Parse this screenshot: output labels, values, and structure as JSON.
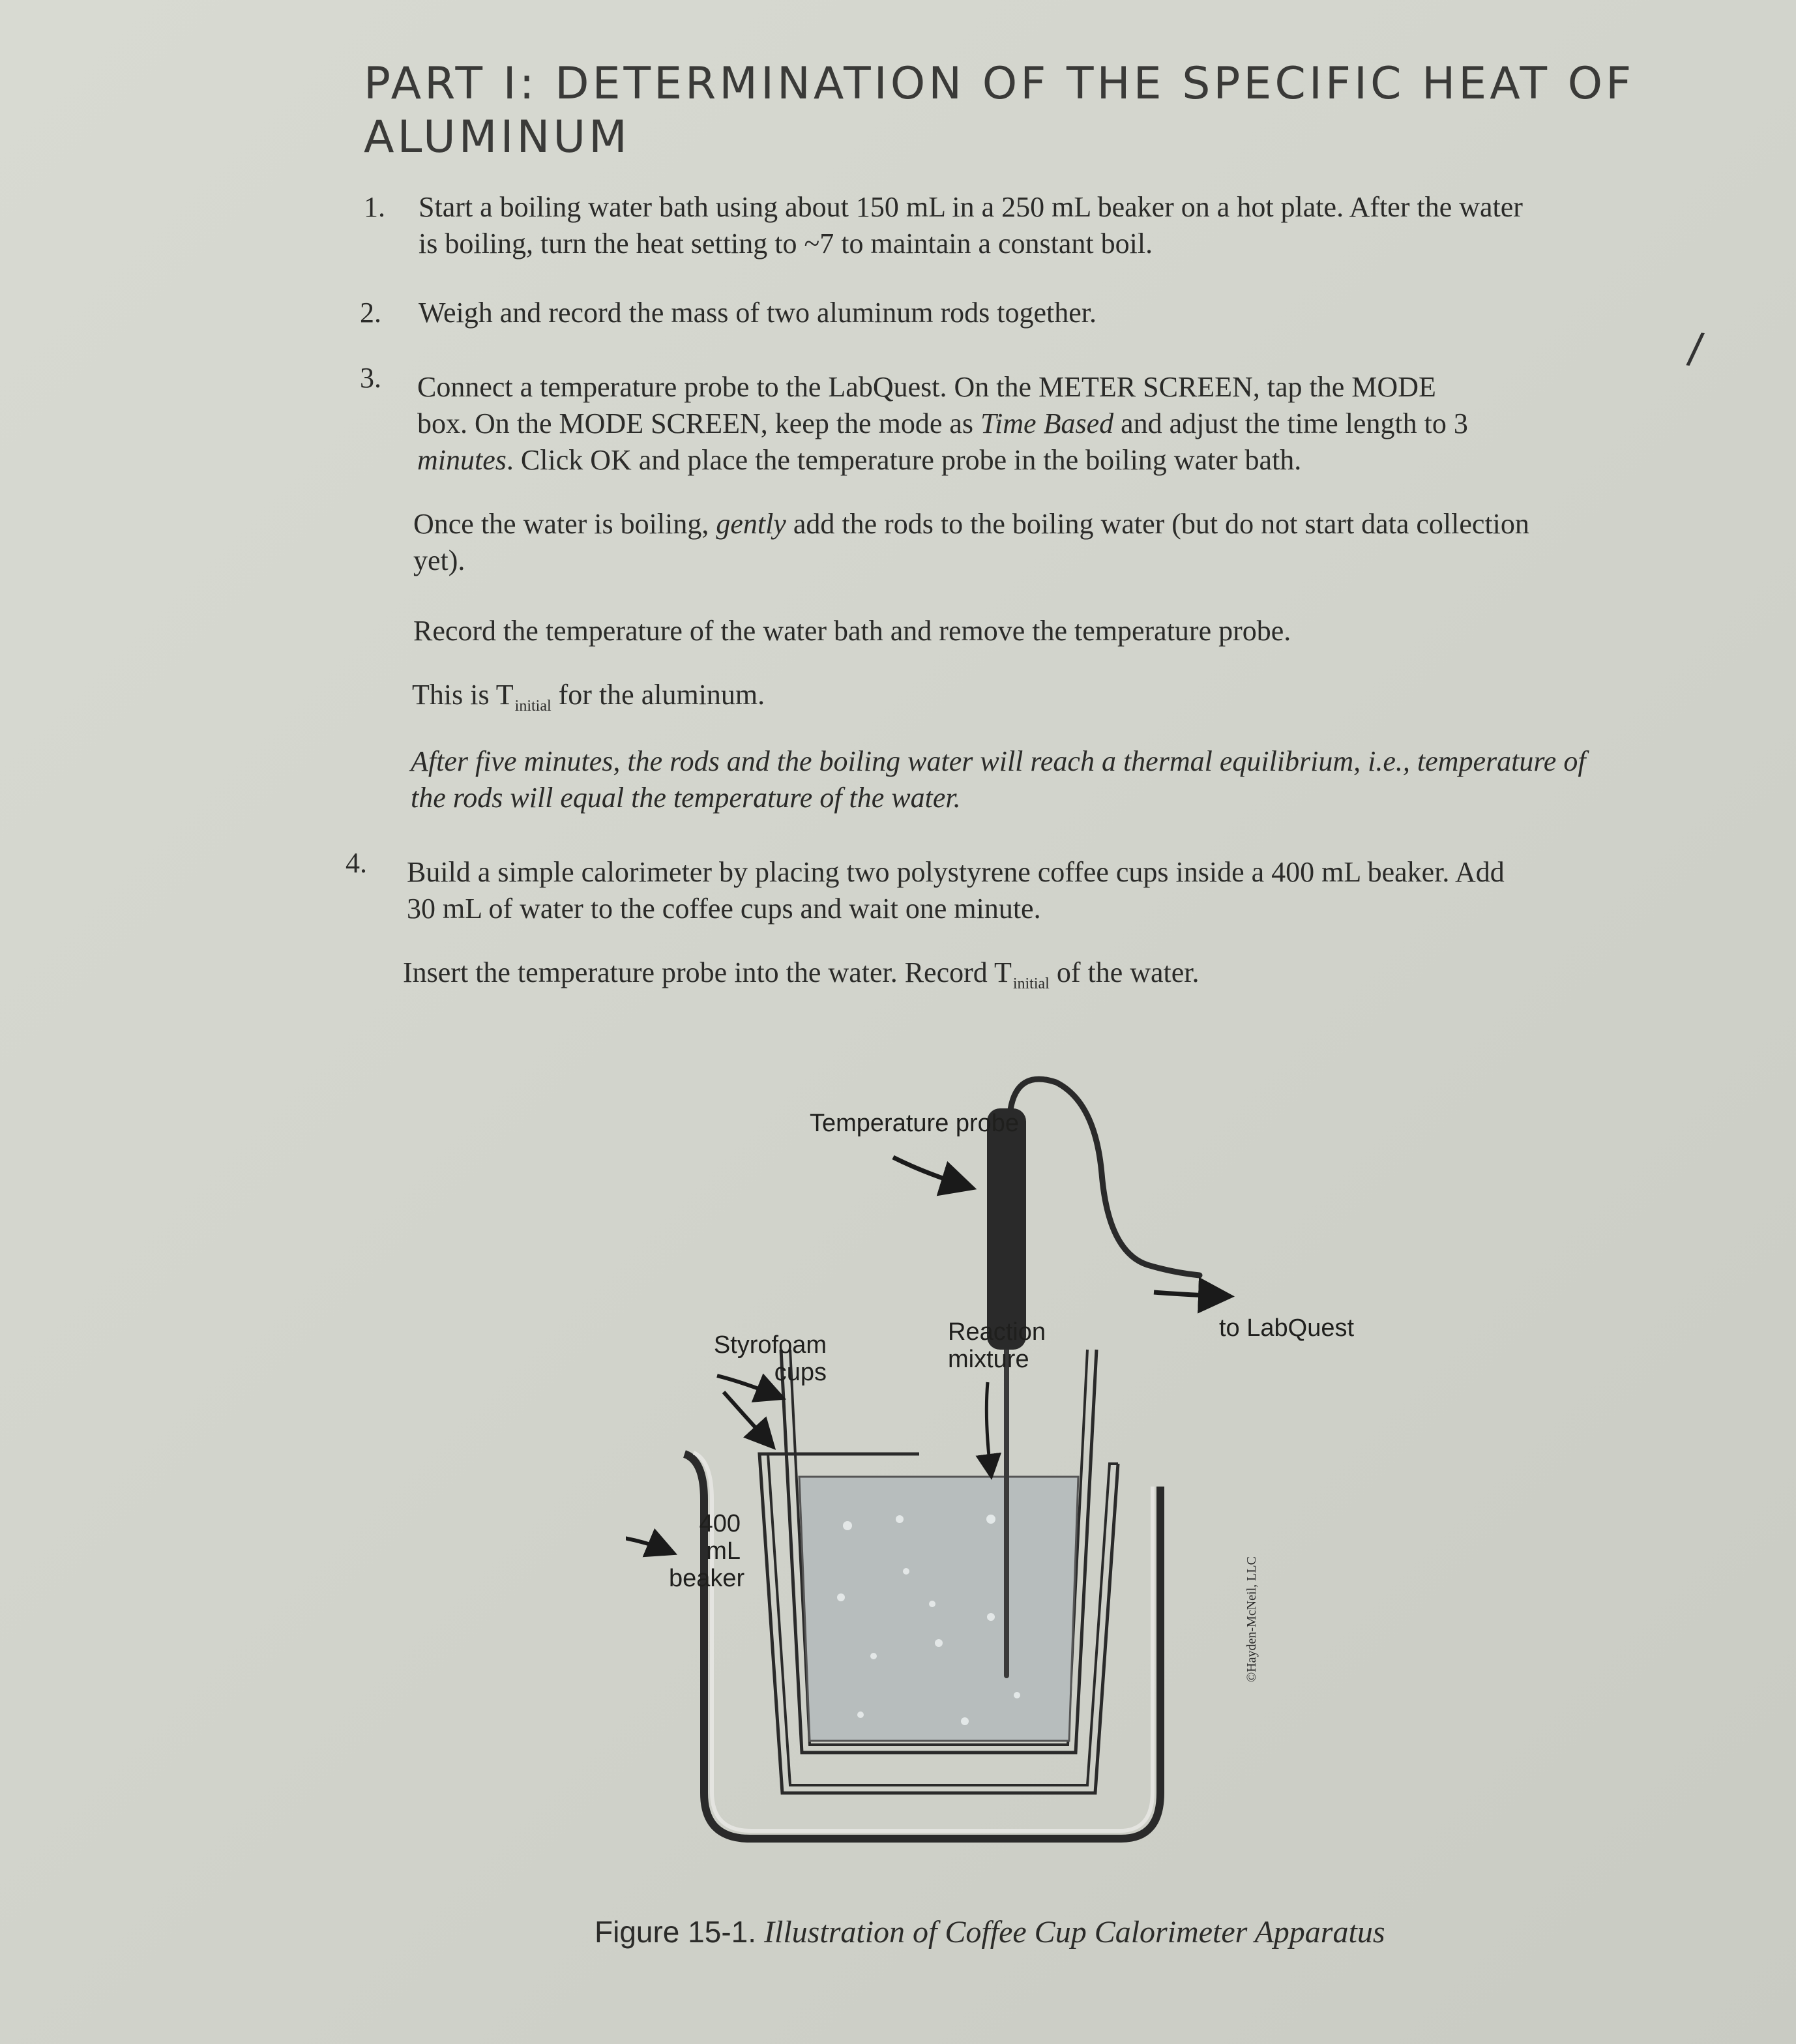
{
  "heading": "PART I: DETERMINATION OF THE SPECIFIC HEAT OF ALUMINUM",
  "steps": {
    "s1": {
      "num": "1.",
      "line1": "Start a boiling water bath using about 150 mL in a 250 mL beaker on a hot plate. After the water",
      "line2": "is boiling, turn the heat setting to ~7 to maintain a constant boil."
    },
    "s2": {
      "num": "2.",
      "line1": "Weigh and record the mass of two aluminum rods together."
    },
    "s3": {
      "num": "3.",
      "line1": "Connect a temperature probe to the LabQuest. On the METER SCREEN, tap the MODE",
      "line2_a": "box. On the MODE SCREEN, keep the mode as ",
      "line2_em": "Time Based",
      "line2_b": " and adjust the time length to 3",
      "line3_em": "minutes",
      "line3_b": ". Click OK and place the temperature probe in the boiling water bath.",
      "p1_a": "Once the water is boiling, ",
      "p1_em": "gently",
      "p1_b": " add the rods to the boiling water (but do not start data collection",
      "p1_line2": "yet).",
      "p2": "Record the temperature of the water bath and remove the temperature probe.",
      "p3_a": "This is T",
      "p3_sub": "initial",
      "p3_b": " for the aluminum.",
      "p4_line1": "After five minutes, the rods and the boiling water will reach a thermal equilibrium, i.e., temperature of",
      "p4_line2": "the rods will equal the temperature of the water."
    },
    "s4": {
      "num": "4.",
      "line1": "Build a simple calorimeter by placing two polystyrene coffee cups inside a 400 mL beaker. Add",
      "line2": "30 mL of water to the coffee cups and wait one minute.",
      "p1_a": "Insert the temperature probe into the water. Record T",
      "p1_sub": "initial",
      "p1_b": " of the water."
    }
  },
  "margin_mark": "/",
  "figure": {
    "labels": {
      "probe": "Temperature probe",
      "labquest": "to LabQuest",
      "styrofoam_1": "Styrofoam",
      "styrofoam_2": "cups",
      "reaction_1": "Reaction",
      "reaction_2": "mixture",
      "beaker_1": "400 mL",
      "beaker_2": "beaker",
      "copyright": "©Hayden-McNeil, LLC"
    },
    "caption_prefix": "Figure 15-1.",
    "caption_title": "Illustration of Coffee Cup Calorimeter Apparatus"
  }
}
